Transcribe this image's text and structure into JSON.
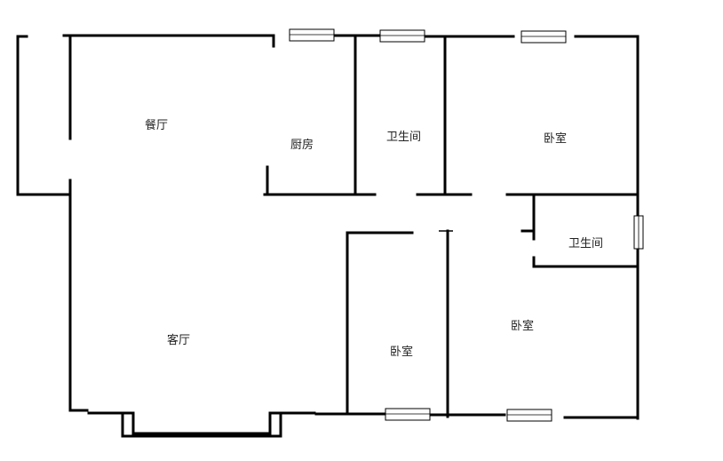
{
  "rooms": {
    "dining": "餐厅",
    "kitchen": "厨房",
    "bathroom_top": "卫生间",
    "bedroom_top_right": "卧室",
    "bathroom_small": "卫生间",
    "living": "客厅",
    "bedroom_bottom_middle": "卧室",
    "bedroom_bottom_right": "卧室"
  }
}
